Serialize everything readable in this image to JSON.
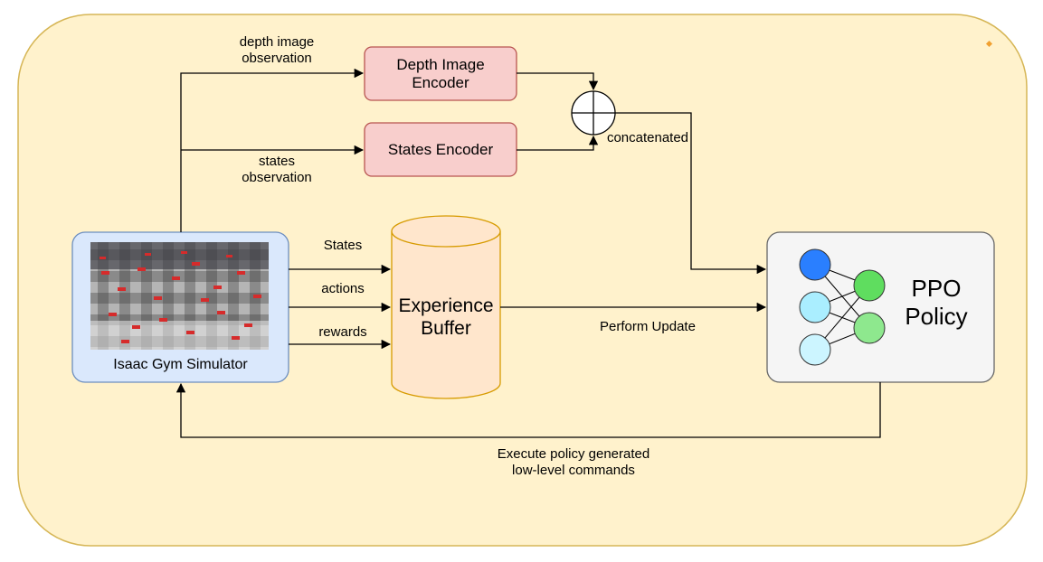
{
  "colors": {
    "background_panel": "#fff2cc",
    "background_border": "#d6b656",
    "encoder_fill": "#f8cecc",
    "encoder_border": "#b85450",
    "simulator_fill": "#dae8fc",
    "simulator_border": "#6c8ebf",
    "buffer_fill": "#ffe6cc",
    "buffer_border": "#d79b00",
    "policy_fill": "#f5f5f5",
    "policy_border": "#666666",
    "neuron_blue": "#2a7fff",
    "neuron_cyan": "#aaeeff",
    "neuron_light_cyan": "#ccf5ff",
    "neuron_green": "#5fdd5f",
    "neuron_light_green": "#8ee88e"
  },
  "nodes": {
    "depth_encoder": "Depth Image\nEncoder",
    "states_encoder": "States Encoder",
    "simulator": "Isaac Gym Simulator",
    "buffer": "Experience\nBuffer",
    "policy": "PPO\nPolicy"
  },
  "edges": {
    "depth_obs": "depth image\nobservation",
    "states_obs": "states\nobservation",
    "concatenated": "concatenated",
    "states": "States",
    "actions": "actions",
    "rewards": "rewards",
    "perform_update": "Perform Update",
    "execute": "Execute policy generated\nlow-level commands"
  },
  "icons": {
    "concat": "circled-plus-icon",
    "simulator_image": "robot-terrain-image"
  }
}
